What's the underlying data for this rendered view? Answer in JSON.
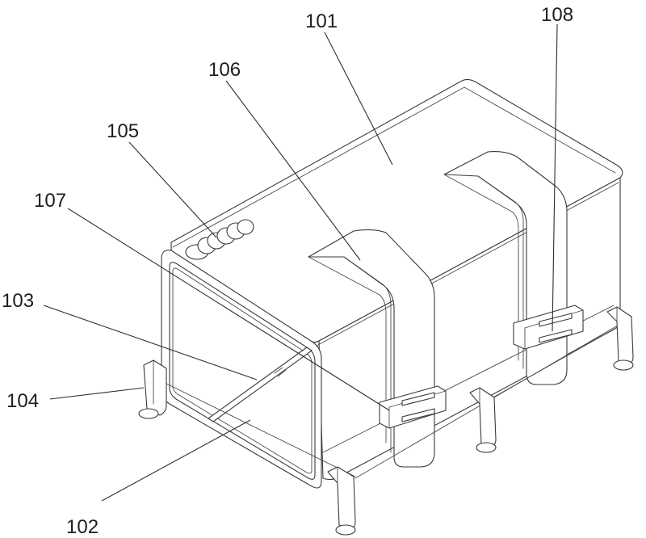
{
  "labels": {
    "l101": "101",
    "l102": "102",
    "l103": "103",
    "l104": "104",
    "l105": "105",
    "l106": "106",
    "l107": "107",
    "l108": "108"
  },
  "colors": {
    "line": "#3a3a3a",
    "background": "#ffffff"
  }
}
